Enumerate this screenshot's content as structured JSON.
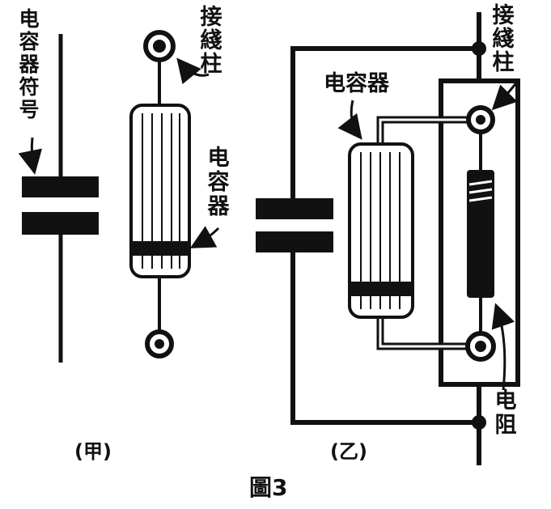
{
  "labels": {
    "symbol_label": "电容器符号",
    "post_a_label": "接綫柱",
    "capacitor_a_label": "电容器",
    "post_b_label": "接綫柱",
    "capacitor_b_label": "电容器",
    "resistor_label": "电阻",
    "panel_a_caption": "(甲)",
    "panel_b_caption": "(乙)",
    "figure_caption": "圖3"
  },
  "colors": {
    "ink": "#111111",
    "paper": "#ffffff"
  }
}
